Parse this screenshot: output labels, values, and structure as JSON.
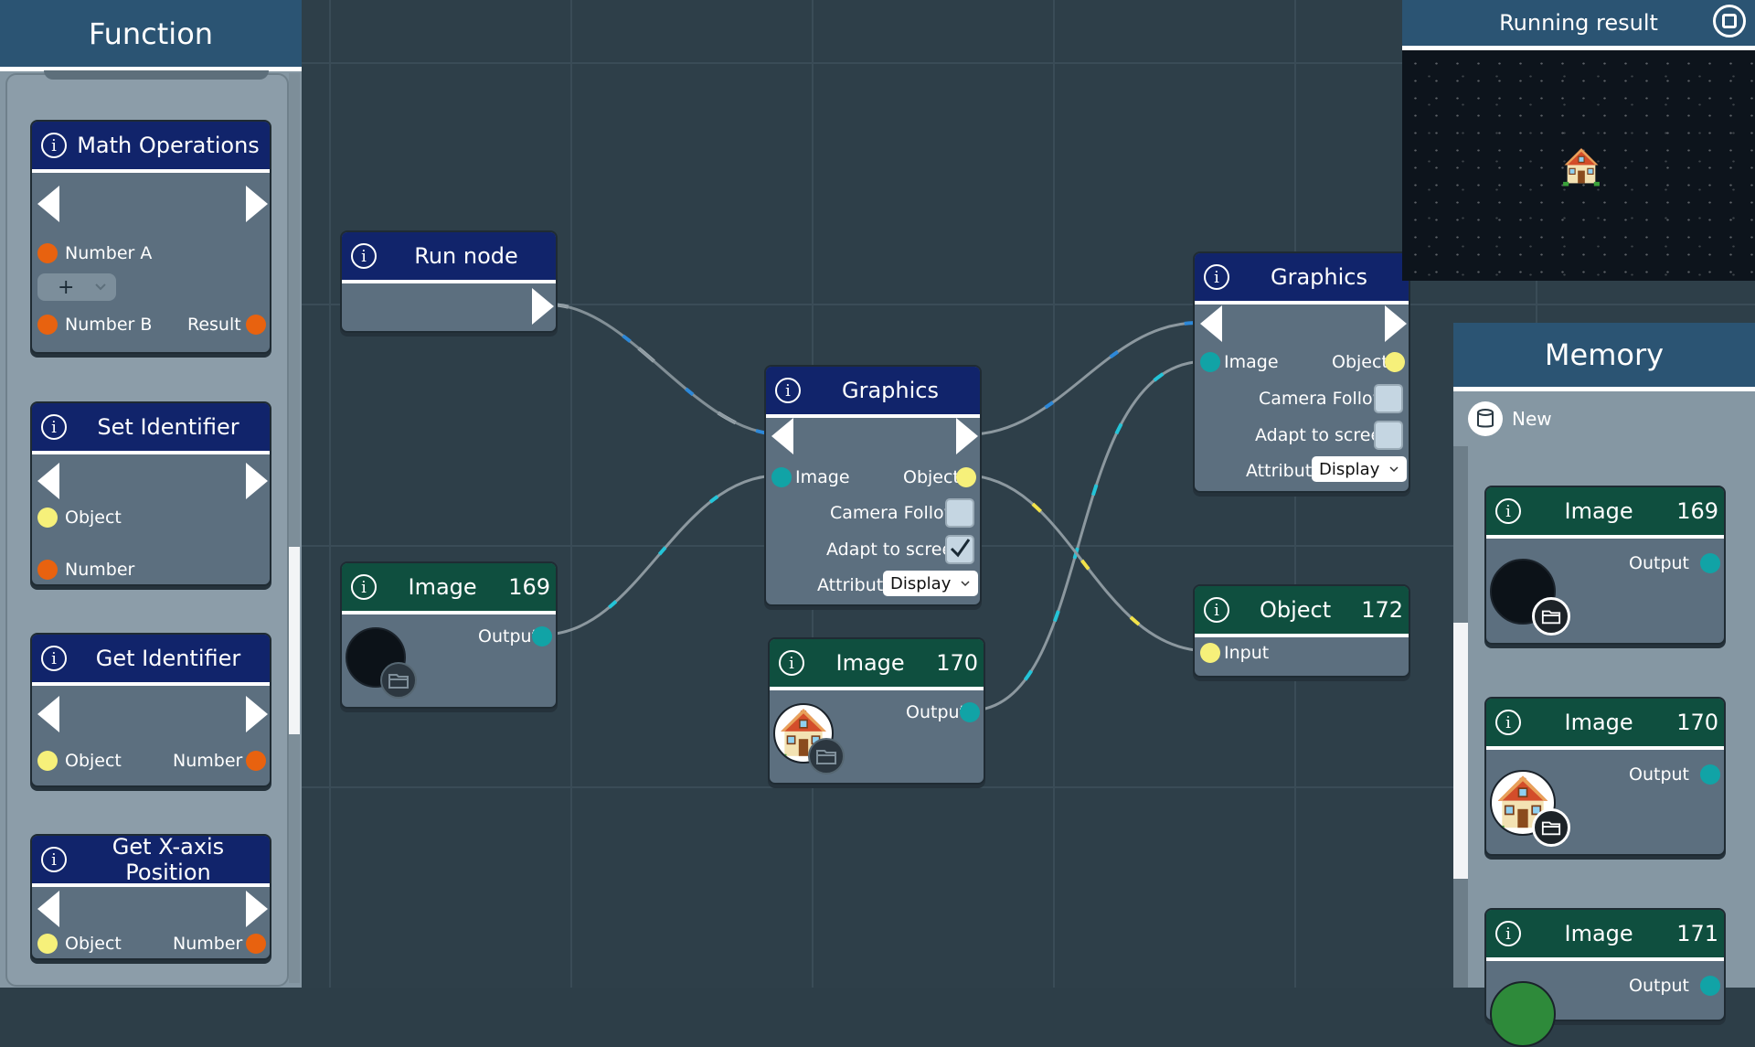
{
  "function_panel": {
    "title": "Function",
    "nodes": [
      {
        "title": "Math Operations",
        "port1": "Number A",
        "add_symbol": "+",
        "port2": "Number B",
        "port3": "Result"
      },
      {
        "title": "Set Identifier",
        "port1": "Object",
        "port2": "Number"
      },
      {
        "title": "Get Identifier",
        "port1": "Object",
        "port2": "Number"
      },
      {
        "title": "Get X-axis Position",
        "port1": "Object",
        "port2": "Number"
      }
    ]
  },
  "graph": {
    "run_node": {
      "title": "Run node"
    },
    "image169": {
      "title": "Image",
      "id": "169",
      "output": "Output"
    },
    "graphics_main": {
      "title": "Graphics",
      "image": "Image",
      "object": "Object",
      "camera_follow": "Camera Follow",
      "adapt": "Adapt to screen",
      "attribute": "Attribute",
      "attribute_value": "Display",
      "adapt_checked": true
    },
    "image170": {
      "title": "Image",
      "id": "170",
      "output": "Output"
    },
    "graphics_right": {
      "title": "Graphics",
      "image": "Image",
      "object": "Object",
      "camera_follow": "Camera Follow",
      "adapt": "Adapt to screen",
      "attribute": "Attribute",
      "attribute_value": "Display"
    },
    "object172": {
      "title": "Object",
      "id": "172",
      "input": "Input"
    }
  },
  "running_result": {
    "title": "Running result"
  },
  "memory": {
    "title": "Memory",
    "new_label": "New",
    "items": [
      {
        "title": "Image",
        "id": "169",
        "output": "Output"
      },
      {
        "title": "Image",
        "id": "170",
        "output": "Output"
      },
      {
        "title": "Image",
        "id": "171",
        "output": "Output"
      }
    ]
  },
  "colors": {
    "header": "#2b5473",
    "node_blue": "#11246b",
    "node_green": "#0f4f3f",
    "port_orange": "#e8620f",
    "port_yellow": "#f6f07a",
    "port_cyan": "#11a3a6"
  },
  "icons": [
    "info-icon",
    "arrow-left-icon",
    "arrow-right-icon",
    "stop-icon",
    "folder-icon",
    "database-icon",
    "chevron-down-icon",
    "checkmark-icon",
    "house-icon"
  ]
}
